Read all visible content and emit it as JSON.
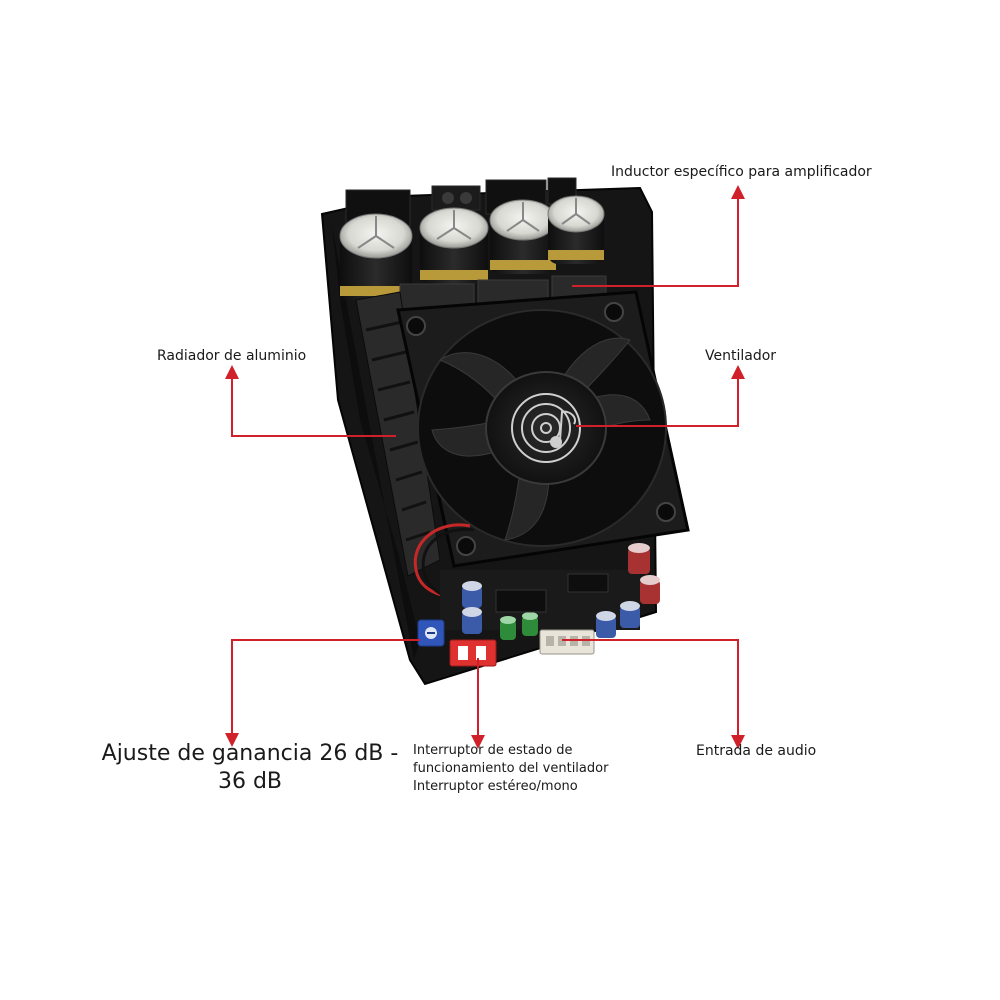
{
  "labels": {
    "inductor": "Inductor específico para amplificador",
    "radiator": "Radiador de aluminio",
    "fan": "Ventilador",
    "gain_line1": "Ajuste de ganancia 26 dB -",
    "gain_line2": "36 dB",
    "switch_line1": "Interruptor de estado de",
    "switch_line2": "funcionamiento del ventilador",
    "switch_line3": "Interruptor estéreo/mono",
    "audio_input": "Entrada de audio"
  },
  "colors": {
    "arrow": "#d0202a",
    "text": "#1a1a1a",
    "board": "#141414",
    "fan": "#1c1c1c",
    "capacitor_gold": "#b89a3a"
  }
}
